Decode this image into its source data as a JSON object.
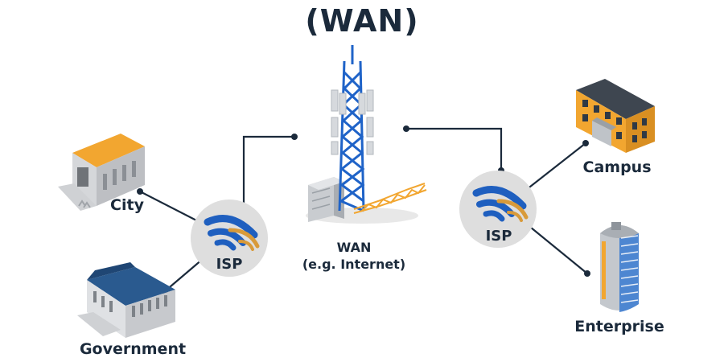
{
  "title": "(WAN)",
  "nodes": {
    "city": "City",
    "government": "Government",
    "campus": "Campus",
    "enterprise": "Enterprise",
    "isp_left": "ISP",
    "isp_right": "ISP",
    "wan_line1": "WAN",
    "wan_line2": "(e.g. Internet)"
  },
  "colors": {
    "text": "#1b2a3b",
    "line": "#1b2a3b",
    "isp_circle": "#dedede",
    "wifi_blue": "#1f5fbf",
    "wifi_gold": "#d89a3a",
    "tower_blue": "#1f63c8",
    "roof_orange": "#f2a630",
    "roof_blue": "#2a5a8f"
  },
  "icons": [
    "city-building-icon",
    "government-building-icon",
    "campus-building-icon",
    "enterprise-tower-icon",
    "isp-wifi-icon",
    "cell-tower-icon"
  ]
}
